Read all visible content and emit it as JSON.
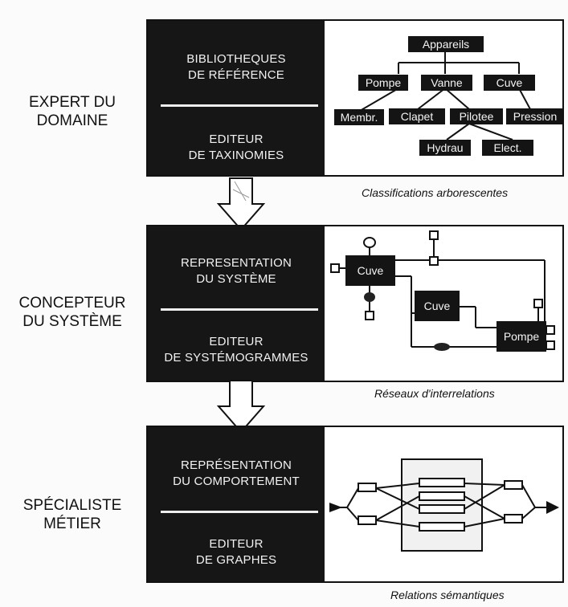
{
  "roles": [
    "EXPERT DU\nDOMAINE",
    "CONCEPTEUR\nDU SYSTÈME",
    "SPÉCIALISTE\nMÉTIER"
  ],
  "bands": [
    {
      "top": "BIBLIOTHEQUES\nDE RÉFÉRENCE",
      "bottom": "EDITEUR\nDE TAXINOMIES",
      "caption": "Classifications arborescentes"
    },
    {
      "top": "REPRESENTATION\nDU SYSTÈME",
      "bottom": "EDITEUR\nDE SYSTÉMOGRAMMES",
      "caption": "Réseaux d'interrelations"
    },
    {
      "top": "REPRÉSENTATION\nDU COMPORTEMENT",
      "bottom": "EDITEUR\nDE GRAPHES",
      "caption": "Relations sémantiques"
    }
  ],
  "taxonomy": {
    "root": "Appareils",
    "level1": [
      "Pompe",
      "Vanne",
      "Cuve"
    ],
    "level2": [
      "Membr.",
      "Clapet",
      "Pilotee",
      "Pression"
    ],
    "level3": [
      "Hydrau",
      "Elect."
    ]
  },
  "network": {
    "nodes": [
      "Cuve",
      "Cuve",
      "Pompe"
    ]
  }
}
